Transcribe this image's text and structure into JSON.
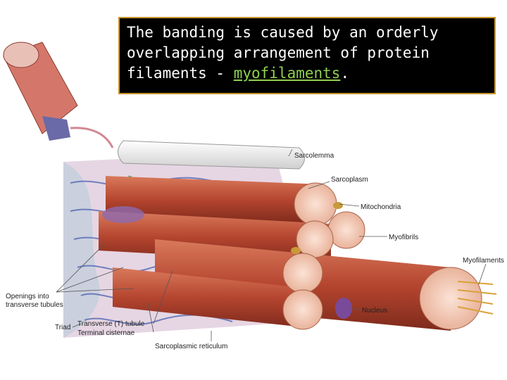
{
  "caption": {
    "text_before": "The banding is caused by an orderly overlapping arrangement of protein filaments - ",
    "keyword": "myofilaments",
    "text_after": "."
  },
  "labels": {
    "sarcolemma": "Sarcolemma",
    "sarcoplasm": "Sarcoplasm",
    "mitochondria": "Mitochondria",
    "myofibrils": "Myofibrils",
    "myofilaments": "Myofilaments",
    "nucleus": "Nucleus",
    "openings_line1": "Openings into",
    "openings_line2": "transverse tubules",
    "triad": "Triad",
    "t_tubule": "Transverse (T) tubule",
    "terminal_cisternae": "Terminal cisternae",
    "sarcoplasmic_reticulum": "Sarcoplasmic reticulum"
  },
  "colors": {
    "myofibril": "#b5452f",
    "myofibril_end": "#f2c9b4",
    "reticulum": "#5b6fb8",
    "t_tubule": "#5fa86a",
    "nucleus": "#7a4a9a",
    "sarcolemma": "#e8e8e8",
    "caption_border": "#c8952a",
    "keyword": "#8fd14f"
  }
}
